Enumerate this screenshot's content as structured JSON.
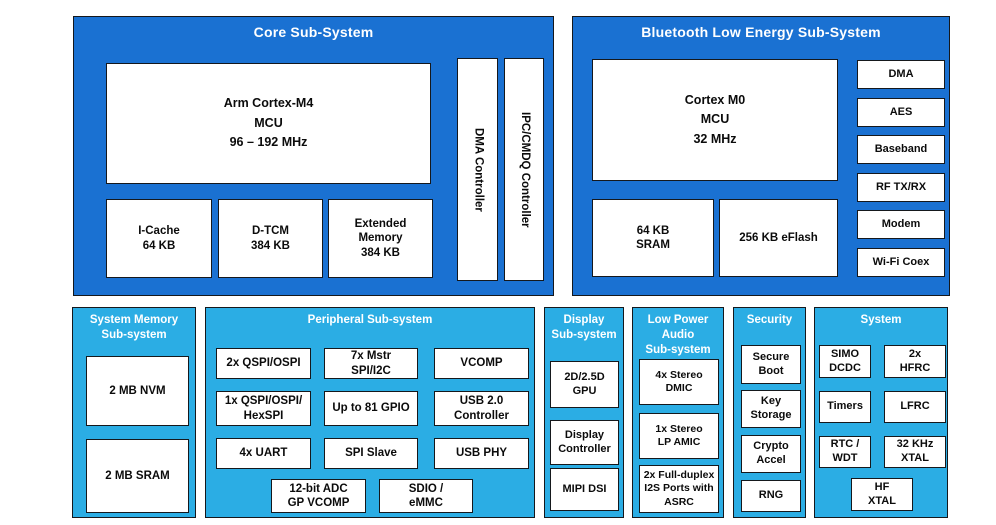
{
  "colors": {
    "panel_dark_blue": "#1A71D2",
    "panel_light_blue": "#2BADE4",
    "box_white": "#FFFFFF",
    "border_black": "#15181C",
    "header_text_white": "#FFFFFF",
    "box_text_black": "#0B0B0B"
  },
  "core": {
    "title": "Core Sub-System",
    "mcu": "Arm Cortex-M4\nMCU\n96 – 192 MHz",
    "icache": "I-Cache\n64 KB",
    "dtcm": "D-TCM\n384 KB",
    "ext_mem": "Extended\nMemory\n384 KB",
    "dma_controller": "DMA Controller",
    "ipc_controller": "IPC/CMDQ Controller"
  },
  "ble": {
    "title": "Bluetooth Low Energy Sub-System",
    "mcu": "Cortex M0\nMCU\n32 MHz",
    "sram": "64 KB\nSRAM",
    "eflash": "256 KB eFlash",
    "side_boxes": [
      "DMA",
      "AES",
      "Baseband",
      "RF TX/RX",
      "Modem",
      "Wi-Fi Coex"
    ]
  },
  "memory": {
    "title": "System Memory\nSub-system",
    "nvm": "2 MB NVM",
    "sram": "2 MB SRAM"
  },
  "peripheral": {
    "title": "Peripheral Sub-system",
    "boxes": [
      "2x QSPI/OSPI",
      "7x Mstr\nSPI/I2C",
      "VCOMP",
      "1x QSPI/OSPI/\nHexSPI",
      "Up to 81 GPIO",
      "USB 2.0\nController",
      "4x UART",
      "SPI Slave",
      "USB PHY",
      "12-bit ADC\nGP VCOMP",
      "SDIO /\neMMC"
    ]
  },
  "display": {
    "title": "Display\nSub-system",
    "boxes": [
      "2D/2.5D\nGPU",
      "Display\nController",
      "MIPI DSI"
    ]
  },
  "audio": {
    "title": "Low Power\nAudio\nSub-system",
    "boxes": [
      "4x Stereo\nDMIC",
      "1x Stereo\nLP AMIC",
      "2x Full-duplex\nI2S Ports with\nASRC"
    ]
  },
  "security": {
    "title": "Security",
    "boxes": [
      "Secure\nBoot",
      "Key\nStorage",
      "Crypto\nAccel",
      "RNG"
    ]
  },
  "system": {
    "title": "System",
    "boxes": [
      "SIMO\nDCDC",
      "2x\nHFRC",
      "Timers",
      "LFRC",
      "RTC /\nWDT",
      "32 KHz\nXTAL",
      "HF\nXTAL"
    ]
  }
}
